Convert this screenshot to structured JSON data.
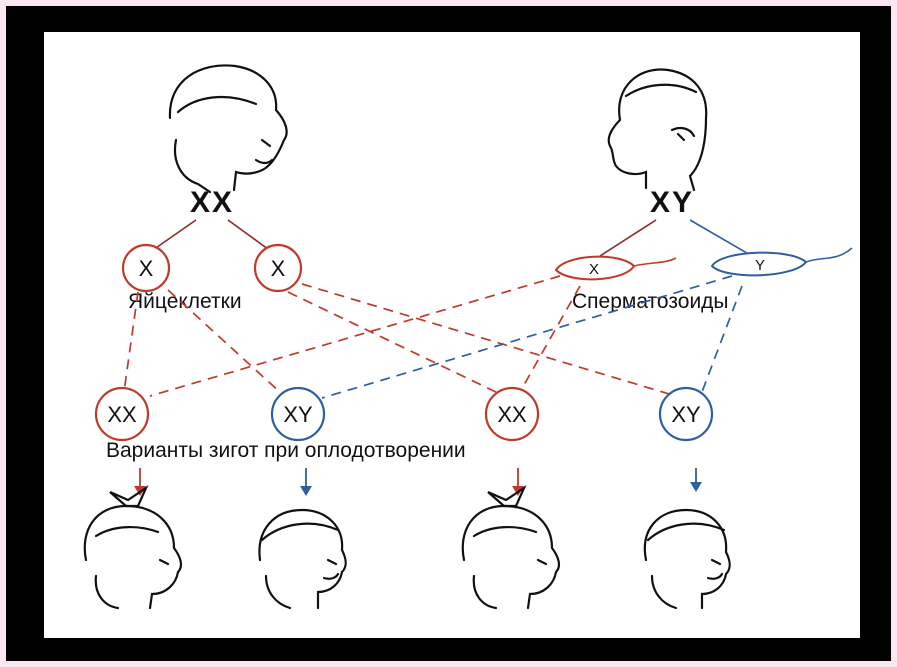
{
  "parents": {
    "mother_genotype": "XX",
    "father_genotype": "XY"
  },
  "gametes": {
    "egg_1": "X",
    "egg_2": "X",
    "eggs_caption": "Яйцеклетки",
    "sperm_1": "X",
    "sperm_2": "Y",
    "sperm_caption": "Сперматозоиды"
  },
  "zygotes": {
    "items": [
      "XX",
      "XY",
      "XX",
      "XY"
    ],
    "caption": "Варианты зигот при оплодотворении"
  },
  "colors": {
    "female": "#c0392b",
    "male": "#2f5f9e",
    "frame": "#000000",
    "background": "#fbe6f3"
  }
}
